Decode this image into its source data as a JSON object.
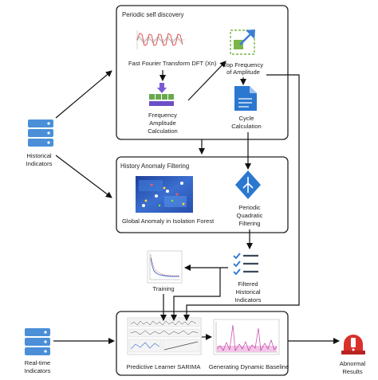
{
  "sections": {
    "periodic": {
      "title": "Periodic self discovery"
    },
    "history": {
      "title": "History Anomaly Filtering"
    }
  },
  "nodes": {
    "fft": {
      "label": "Fast Fourier Transform DFT  (Xn)"
    },
    "freq_amp": {
      "label_lines": [
        "Frequency",
        "Amplitude",
        "Calculation"
      ]
    },
    "top_freq": {
      "label_lines": [
        "Top Frequency",
        "of Amplitude"
      ]
    },
    "cycle": {
      "label_lines": [
        "Cycle",
        "Calculation"
      ]
    },
    "isolation": {
      "label": "Global Anomaly in Isolation Forest"
    },
    "quadratic": {
      "label_lines": [
        "Periodic",
        "Quadratic",
        "Filtering"
      ]
    },
    "training": {
      "label": "Training"
    },
    "filtered": {
      "label_lines": [
        "Filtered",
        "Historical",
        "Indicators"
      ]
    },
    "sarima": {
      "label": "Predictive Learner SARIMA"
    },
    "baseline": {
      "label": "Generating Dynamic Baseline"
    },
    "historical": {
      "label_lines": [
        "Historical",
        "Indicators"
      ]
    },
    "realtime": {
      "label_lines": [
        "Real-time",
        "Indicators"
      ]
    },
    "abnormal": {
      "label_lines": [
        "Abnormal",
        "Results"
      ]
    }
  },
  "colors": {
    "server": "#4a8fd8",
    "server_dark": "#2f6db5",
    "alarm": "#d9302c",
    "accent_blue": "#2b78d0",
    "accent_green": "#66b13a",
    "accent_purple": "#6b4fc6"
  },
  "icons": {
    "historical": "server-stack-icon",
    "realtime": "server-stack-icon",
    "abnormal": "alarm-light-icon",
    "top_freq": "expand-arrow-icon",
    "cycle": "document-icon",
    "quadratic": "diamond-split-icon",
    "filtered": "checklist-icon",
    "freq_amp": "down-arrow-blocks-icon"
  }
}
